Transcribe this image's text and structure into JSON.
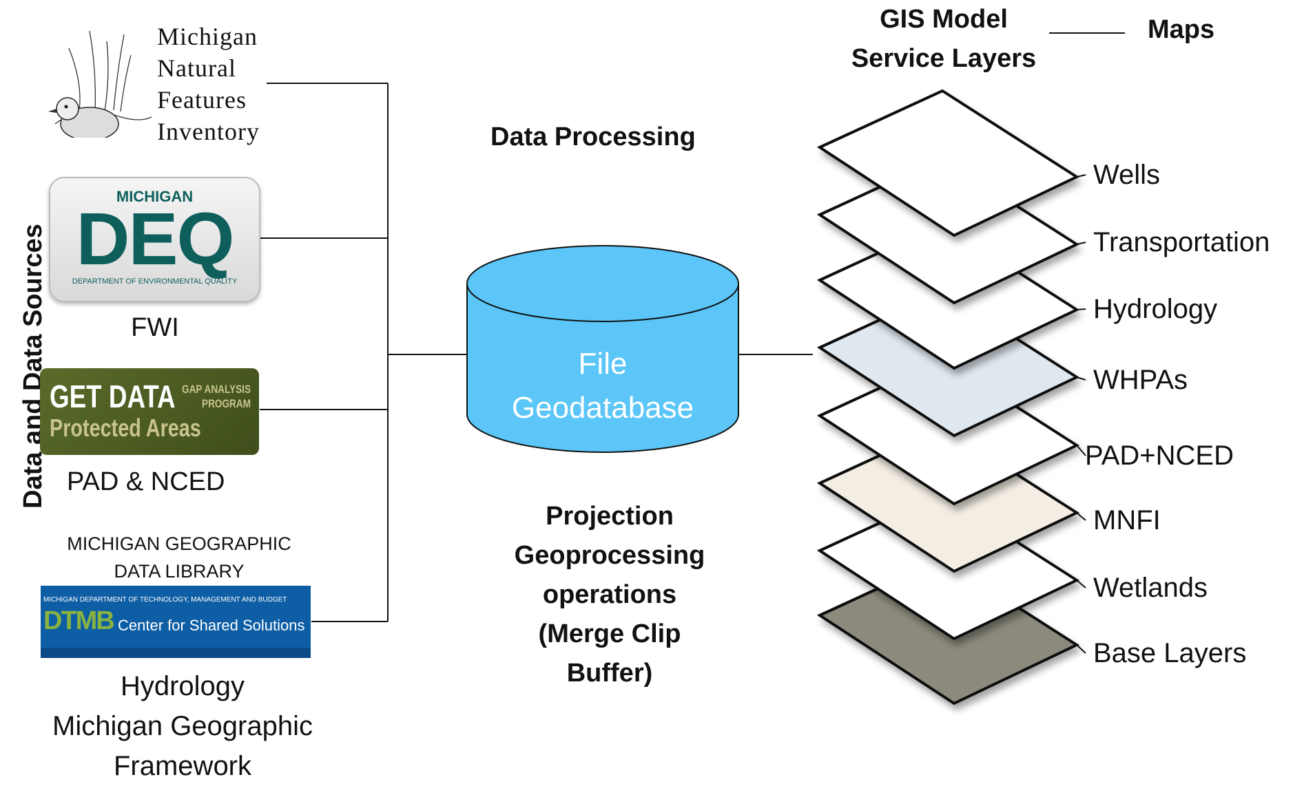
{
  "sidebar": {
    "vertical_title": "Data and Data Sources"
  },
  "sources": {
    "mnfi": {
      "logo_lines": [
        "Michigan",
        "Natural",
        "Features",
        "Inventory"
      ]
    },
    "deq": {
      "logo_top": "MICHIGAN",
      "logo_big": "DEQ",
      "logo_bottom": "DEPARTMENT OF ENVIRONMENTAL QUALITY",
      "caption": "FWI"
    },
    "pad": {
      "logo_title": "GET DATA",
      "logo_sub": "Protected Areas",
      "logo_program": [
        "GAP ANALYSIS",
        "PROGRAM"
      ],
      "caption": "PAD & NCED"
    },
    "dtmb": {
      "header_lines": [
        "MICHIGAN GEOGRAPHIC",
        "DATA LIBRARY"
      ],
      "logo_top": "MICHIGAN DEPARTMENT OF TECHNOLOGY, MANAGEMENT AND BUDGET",
      "logo_mark": "DTMB",
      "logo_text": "Center for Shared Solutions",
      "caption_lines": [
        "Hydrology",
        "Michigan Geographic",
        "Framework"
      ]
    }
  },
  "processing": {
    "title": "Data Processing",
    "database_lines": [
      "File",
      "Geodatabase"
    ],
    "operations_lines": [
      "Projection",
      "Geoprocessing",
      "operations",
      "(Merge Clip",
      "Buffer)"
    ]
  },
  "outputs": {
    "header_lines": [
      "GIS Model",
      "Service Layers"
    ],
    "maps_label": "Maps",
    "layers": [
      "Wells",
      "Transportation",
      "Hydrology",
      "WHPAs",
      "PAD+NCED",
      "MNFI",
      "Wetlands",
      "Base Layers"
    ]
  },
  "colors": {
    "cylinder_fill": "#5bc6f7",
    "cylinder_text": "#ffffff",
    "deq_green": "#0e5f5c",
    "pad_bg": "#4c5d22",
    "pad_sub": "#c9c38f",
    "dtmb_blue": "#0e5ea5",
    "dtmb_green": "#89b341"
  }
}
